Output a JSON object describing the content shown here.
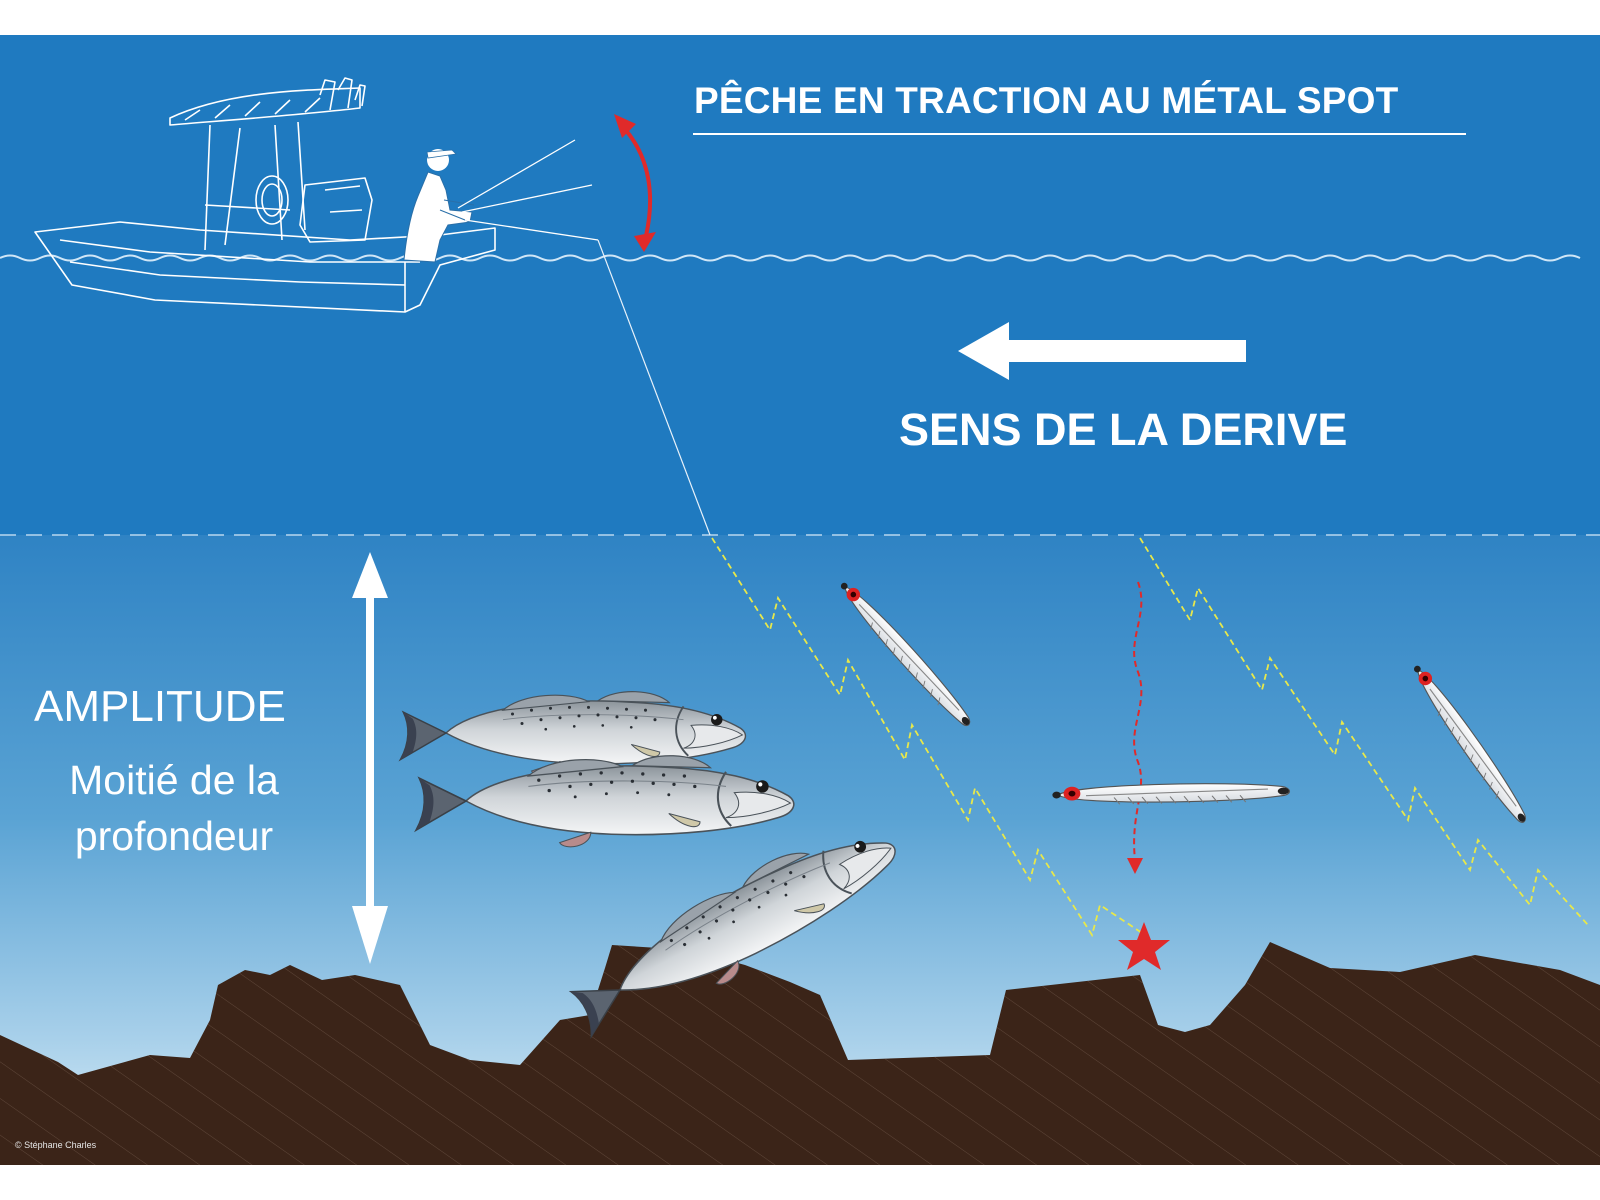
{
  "title": "PÊCHE EN TRACTION AU MÉTAL SPOT",
  "drift_label": "SENS DE LA DERIVE",
  "amplitude": {
    "heading": "AMPLITUDE",
    "note": "Moitié de la profondeur"
  },
  "credit": "© Stéphane Charles",
  "colors": {
    "surface_water": "#1f7ac0",
    "deep_water_top": "#2f83c4",
    "deep_water_bottom": "#d8ecf7",
    "seabed": "#3b2418",
    "retrieve_path": "#e8e84a",
    "fall_path": "#e02a2a",
    "rod_motion_arrow": "#e02a2a",
    "strike_star": "#e02a2a"
  },
  "icons": [
    "boat-icon",
    "angler-icon",
    "rod-motion-arrow-icon",
    "drift-arrow-icon",
    "amplitude-arrow-icon",
    "sea-bass-icon",
    "metal-jig-icon",
    "strike-star-icon"
  ]
}
